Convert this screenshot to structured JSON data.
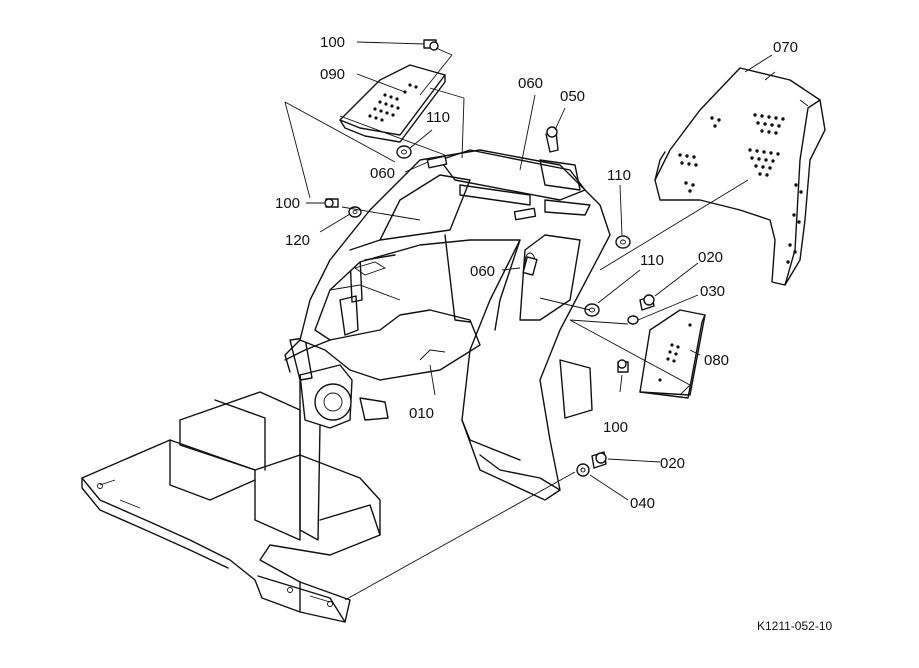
{
  "labels": {
    "l100a": "100",
    "l090": "090",
    "l110a": "110",
    "l060a": "060",
    "l050": "050",
    "l060b": "060",
    "l070": "070",
    "l100b": "100",
    "l120": "120",
    "l110b": "110",
    "l060c": "060",
    "l110c": "110",
    "l020a": "020",
    "l030": "030",
    "l080": "080",
    "l010": "010",
    "l100c": "100",
    "l020b": "020",
    "l040": "040"
  },
  "figure_code": "K1211-052-10"
}
